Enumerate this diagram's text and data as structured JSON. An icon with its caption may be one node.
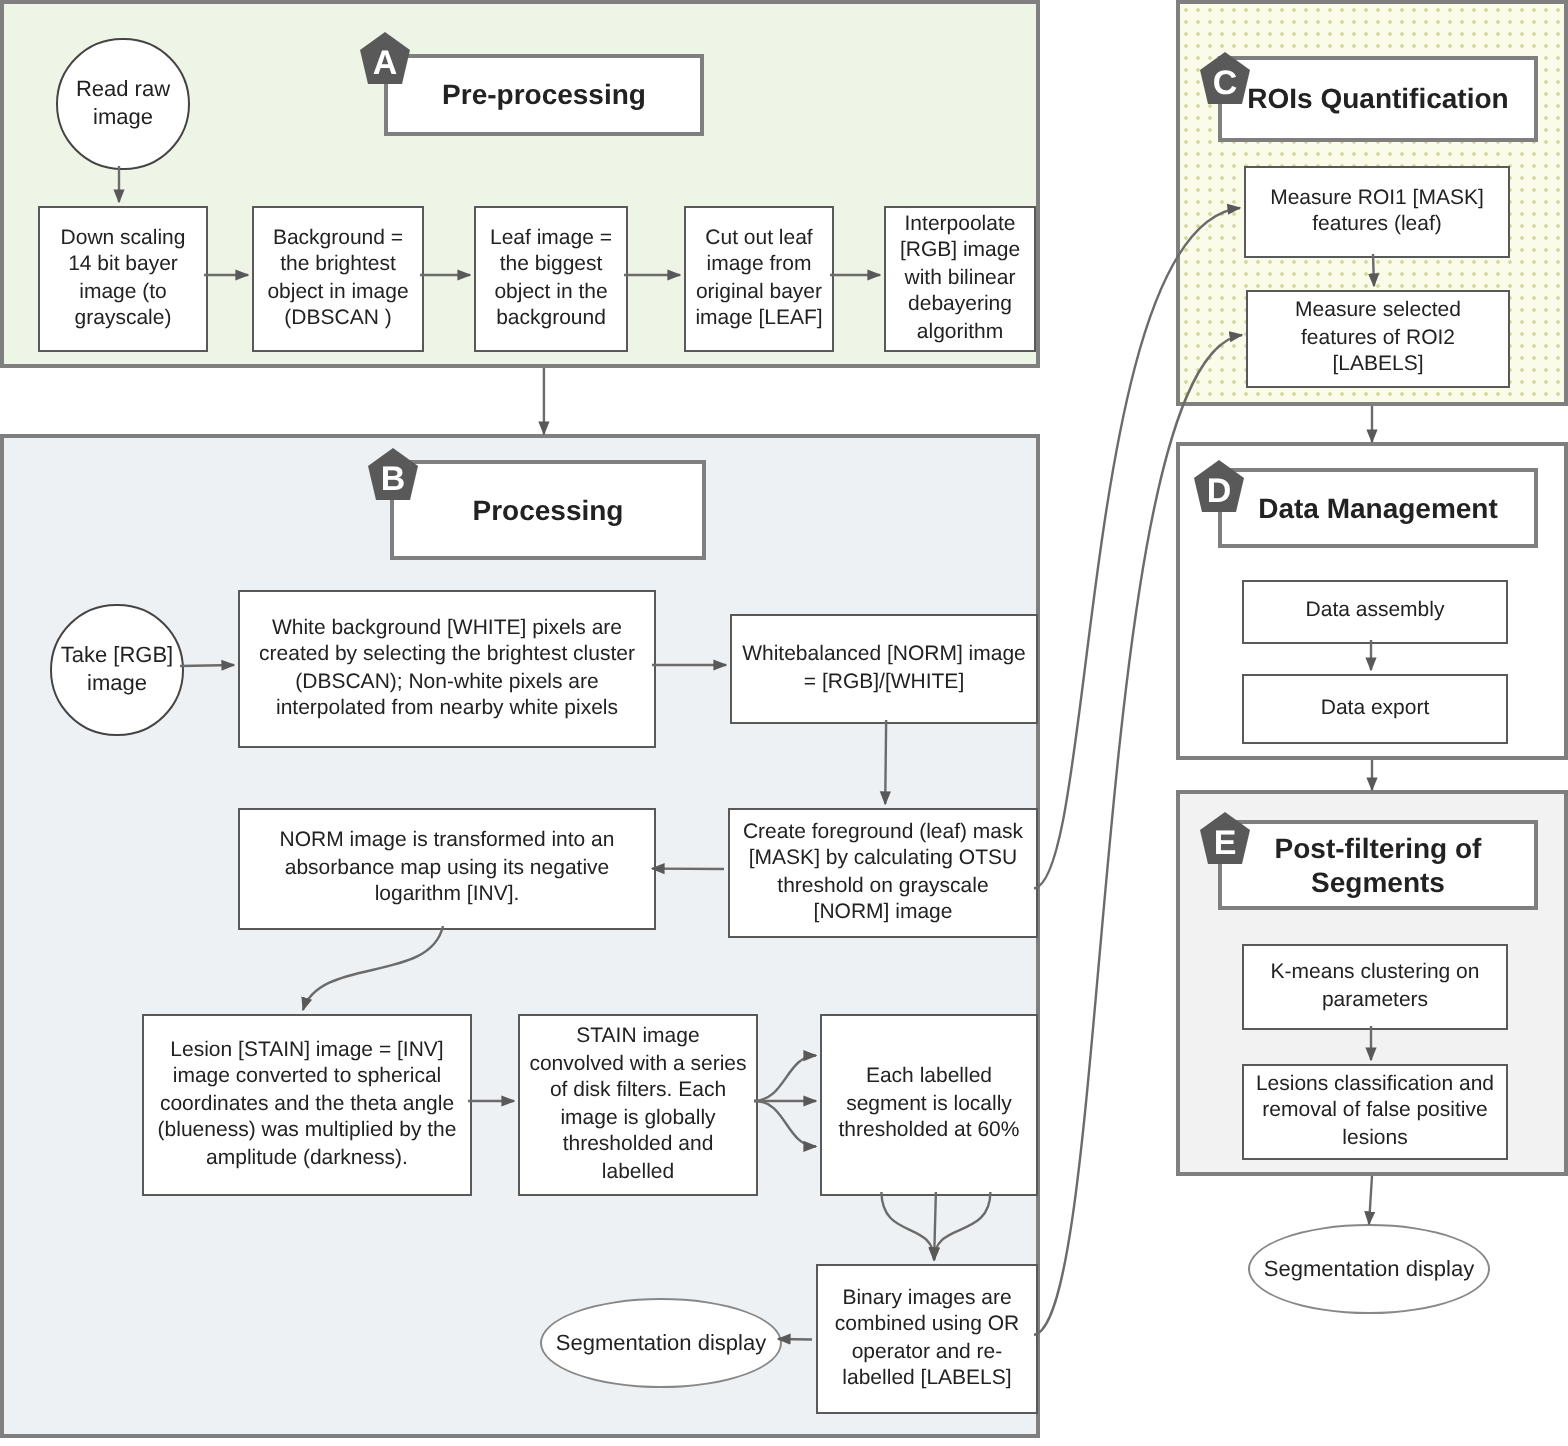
{
  "diagram": {
    "nodes": [
      {
        "text": [],
        "shape": "box"
      },
      {
        "text": [
          "A"
        ],
        "in": 0
      },
      {
        "text": [
          "Pre-processing"
        ],
        "in": 0
      },
      {
        "text": [
          "Read raw image"
        ],
        "in": 0
      },
      {
        "text": [
          "Down scaling 14 bit bayer image (to grayscale)"
        ],
        "in": 0
      },
      {
        "text": [
          "Background = the brightest object in image (DBSCAN )"
        ],
        "in": 0
      },
      {
        "text": [
          "Leaf image = the biggest object in the background"
        ],
        "in": 0
      },
      {
        "text": [
          "Cut out leaf image from original bayer image [LEAF]"
        ],
        "in": 0
      },
      {
        "text": [
          "Interpoolate [RGB] image with bilinear debayering algorithm"
        ],
        "in": 0
      },
      {
        "text": [],
        "shape": "box"
      },
      {
        "text": [
          "B"
        ],
        "in": 9
      },
      {
        "text": [
          "Processing"
        ],
        "in": 9
      },
      {
        "text": [
          "Take [RGB] image"
        ],
        "in": 9
      },
      {
        "text": [
          "White background [WHITE] pixels are created by selecting the brightest cluster (DBSCAN); Non-white pixels are interpolated from nearby white pixels"
        ],
        "in": 9
      },
      {
        "text": [
          "Whitebalanced [NORM] image = [RGB]/[WHITE]"
        ],
        "in": 9
      },
      {
        "text": [
          "Create foreground (leaf) mask [MASK] by calculating OTSU threshold on grayscale [NORM] image"
        ],
        "in": 9
      },
      {
        "text": [
          "NORM image is transformed into an absorbance map using its negative logarithm [INV]."
        ],
        "in": 9
      },
      {
        "text": [
          "Lesion [STAIN] image = [INV] image converted to spherical coordinates and the theta angle (blueness) was multiplied by the amplitude (darkness)."
        ],
        "in": 9
      },
      {
        "text": [
          "STAIN image convolved with a series of disk filters. Each image is globally thresholded and labelled"
        ],
        "in": 9
      },
      {
        "text": [
          "Each labelled segment is locally thresholded at 60%"
        ],
        "in": 9
      },
      {
        "text": [
          "Binary images are combined using OR operator and re-labelled [LABELS]"
        ],
        "in": 9
      },
      {
        "text": [
          "Segmentation display"
        ],
        "in": 9
      },
      {
        "text": [],
        "shape": "box"
      },
      {
        "text": [
          "C"
        ],
        "in": 22
      },
      {
        "text": [
          "ROIs Quantification"
        ],
        "in": 22
      },
      {
        "text": [
          "Measure ROI1 [MASK] features (leaf)"
        ],
        "in": 22
      },
      {
        "text": [
          "Measure selected features of ROI2 [LABELS]"
        ],
        "in": 22
      },
      {
        "text": [],
        "shape": "box"
      },
      {
        "text": [
          "D"
        ],
        "in": 27
      },
      {
        "text": [
          "Data Management"
        ],
        "in": 27
      },
      {
        "text": [
          "Data assembly"
        ],
        "in": 27
      },
      {
        "text": [
          "Data export"
        ],
        "in": 27
      },
      {
        "text": [],
        "shape": "box"
      },
      {
        "text": [
          "E"
        ],
        "in": 32
      },
      {
        "text": [
          "Post-filtering of Segments"
        ],
        "in": 32
      },
      {
        "text": [
          "K-means clustering on parameters"
        ],
        "in": 32
      },
      {
        "text": [
          "Lesions classification and removal of false positive lesions"
        ],
        "in": 32
      },
      {
        "text": [
          "Segmentation display"
        ]
      }
    ],
    "edges": [
      {
        "from": 3,
        "to": 4,
        "arrow": "to"
      },
      {
        "from": 4,
        "to": 5,
        "arrow": "to"
      },
      {
        "from": 5,
        "to": 6,
        "arrow": "to"
      },
      {
        "from": 6,
        "to": 7,
        "arrow": "to"
      },
      {
        "from": 7,
        "to": 8,
        "arrow": "to"
      },
      {
        "from": 0,
        "to": 9,
        "arrow": "to"
      },
      {
        "from": 12,
        "to": 13,
        "arrow": "to"
      },
      {
        "from": 13,
        "to": 14,
        "arrow": "to"
      },
      {
        "from": 14,
        "to": 15,
        "arrow": "to"
      },
      {
        "from": 15,
        "to": 16,
        "arrow": "to"
      },
      {
        "from": 16,
        "to": 17,
        "arrow": "to"
      },
      {
        "from": 17,
        "to": 18,
        "arrow": "to"
      },
      {
        "from": 18,
        "to": 19,
        "arrow": "to"
      },
      {
        "from": 18,
        "to": 19,
        "arrow": "to"
      },
      {
        "from": 18,
        "to": 19,
        "arrow": "to"
      },
      {
        "from": 19,
        "to": 20,
        "arrow": "to"
      },
      {
        "from": 19,
        "to": 20,
        "arrow": "to"
      },
      {
        "from": 19,
        "to": 20,
        "arrow": "to"
      },
      {
        "from": 20,
        "to": 21,
        "arrow": "to"
      },
      {
        "from": 15,
        "to": 25,
        "arrow": "to"
      },
      {
        "from": 20,
        "to": 26,
        "arrow": "to"
      },
      {
        "from": 25,
        "to": 26,
        "arrow": "to"
      },
      {
        "from": 22,
        "to": 27,
        "arrow": "to"
      },
      {
        "from": 30,
        "to": 31,
        "arrow": "to"
      },
      {
        "from": 27,
        "to": 32,
        "arrow": "to"
      },
      {
        "from": 35,
        "to": 36,
        "arrow": "to"
      },
      {
        "from": 32,
        "to": 37,
        "arrow": "to"
      }
    ]
  }
}
